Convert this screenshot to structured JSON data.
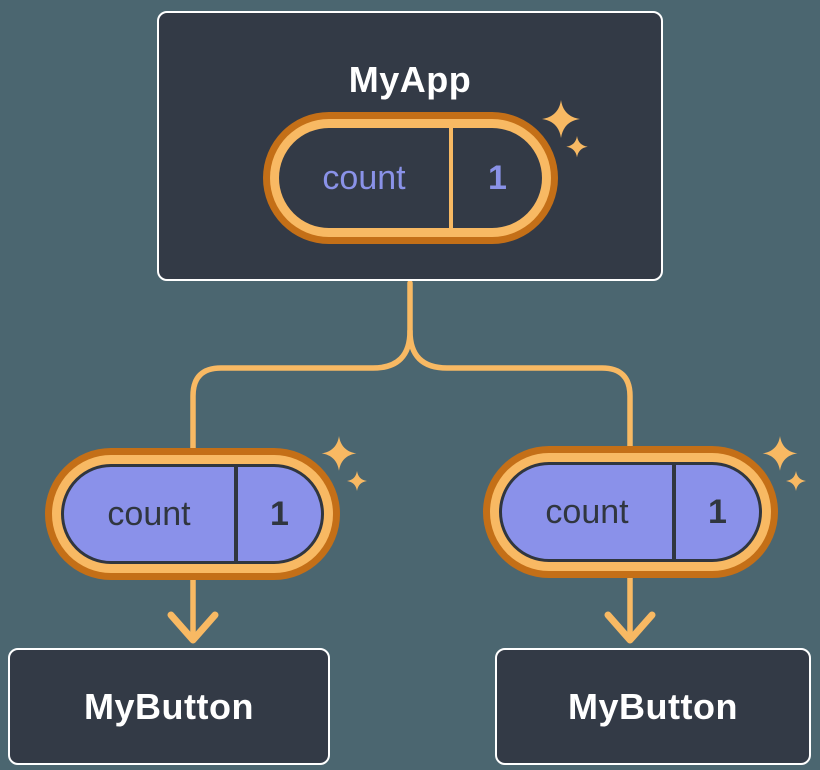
{
  "diagram_title": "component tree with shared state",
  "colors": {
    "page_background": "#4B6670",
    "node_fill": "#333A46",
    "node_border": "#FFFFFF",
    "node_text": "#FFFFFF",
    "ring_outer_orange": "#C46F17",
    "ring_inner_orange": "#F8B963",
    "connector_orange": "#F8B963",
    "prop_pill_purple": "#8A91EA",
    "state_text_purple": "#8A92E8",
    "dark_text": "#30363F"
  },
  "icons": {
    "sparkle": "four-point-star"
  },
  "tree": {
    "root": {
      "label": "MyApp",
      "state": {
        "name": "count",
        "value": "1"
      }
    },
    "children": [
      {
        "label": "MyButton",
        "prop": {
          "name": "count",
          "value": "1"
        }
      },
      {
        "label": "MyButton",
        "prop": {
          "name": "count",
          "value": "1"
        }
      }
    ]
  }
}
